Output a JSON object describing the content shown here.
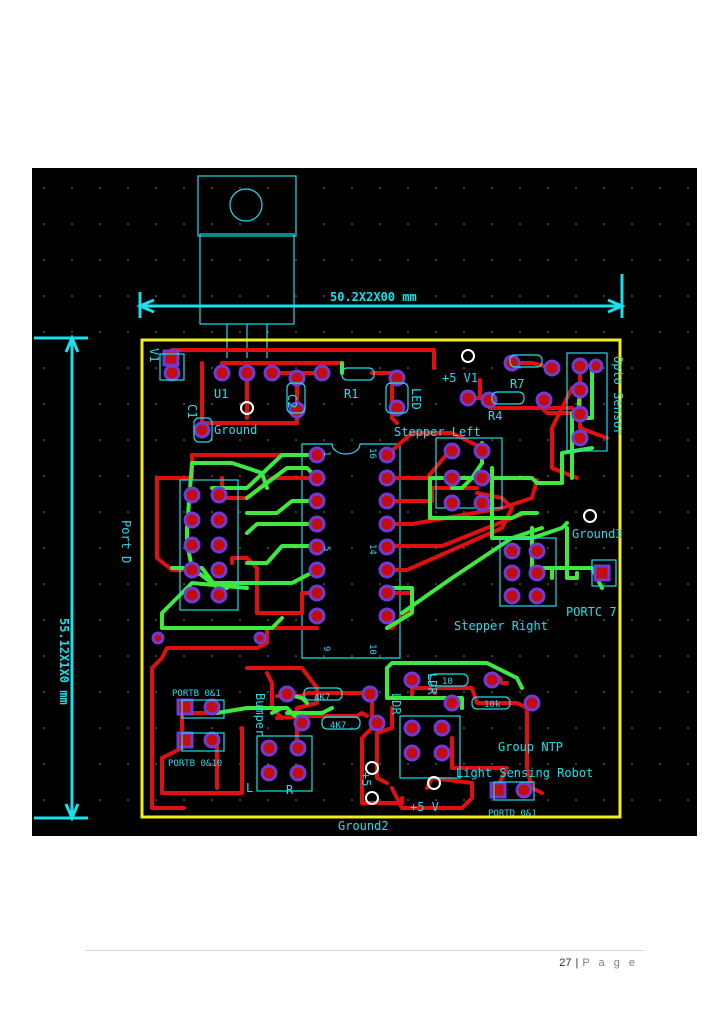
{
  "figure": {
    "dimension_horizontal": "50.2X2X00 mm",
    "dimension_vertical": "55.12X1X0 mm",
    "labels": {
      "v1_left": "V1",
      "u1": "U1",
      "c1": "C1",
      "c2": "C2",
      "r1": "R1",
      "led": "LED",
      "ground": "Ground",
      "plus5_v1": "+5  V1",
      "r7": "R7",
      "r4": "R4",
      "opto_sensor": "Opto Sensor",
      "stepper_left": "Stepper Left",
      "ground3": "Ground3",
      "port_d": "Port D",
      "portc7": "PORTC 7",
      "stepper_right": "Stepper Right",
      "portb01": "PORTB 0&1",
      "portb010": "PORTB 0&10",
      "r4k7_a": "4K7",
      "r4k7_b": "4K7",
      "bumper": "Bumper",
      "bumper_l": "L",
      "bumper_r": "R",
      "ldr_l": "LDR",
      "ldr_r": "LDR",
      "r10": "10",
      "r10k": "10k",
      "group": "Group NTP",
      "robot": "Light Sensing Robot",
      "portd01": "PORTD 0&1",
      "plus5v": "+5 V",
      "plus5": "+5",
      "ground2": "Ground2",
      "ic_pin1": "1",
      "ic_pin16": "16",
      "ic_pin5": "5",
      "ic_pin14": "14",
      "ic_pin9": "9",
      "ic_pin10": "10"
    }
  },
  "footer": {
    "page_number": "27",
    "separator": "|",
    "page_word": "P a g e"
  }
}
